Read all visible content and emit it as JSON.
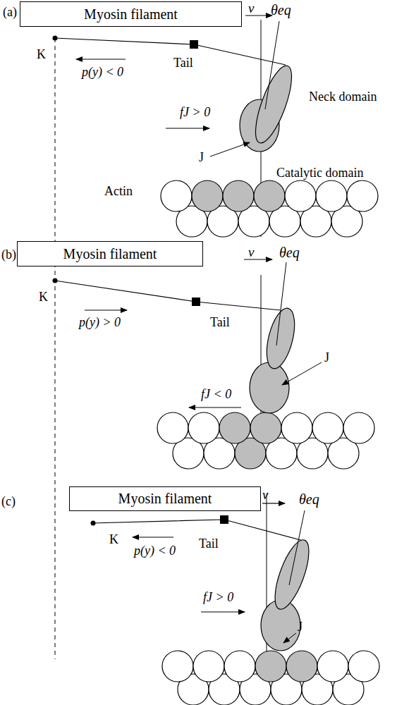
{
  "diagram": {
    "nodes": [
      {
        "text": [
          "Myosin filament"
        ]
      },
      {
        "text": [
          "Myosin filament"
        ]
      },
      {
        "text": [
          "Myosin filament"
        ]
      }
    ],
    "labels": [
      "(a)",
      "v",
      "θeq",
      "K",
      "Tail",
      "p(y) < 0",
      "Neck domain",
      "J",
      "fJ > 0",
      "Catalytic domain",
      "Actin",
      "(b)",
      "v",
      "θeq",
      "K",
      "p(y) > 0",
      "Tail",
      "J",
      "fJ < 0",
      "(c)",
      "v",
      "θeq",
      "K",
      "p(y) < 0",
      "Tail",
      "fJ > 0",
      "J"
    ]
  }
}
